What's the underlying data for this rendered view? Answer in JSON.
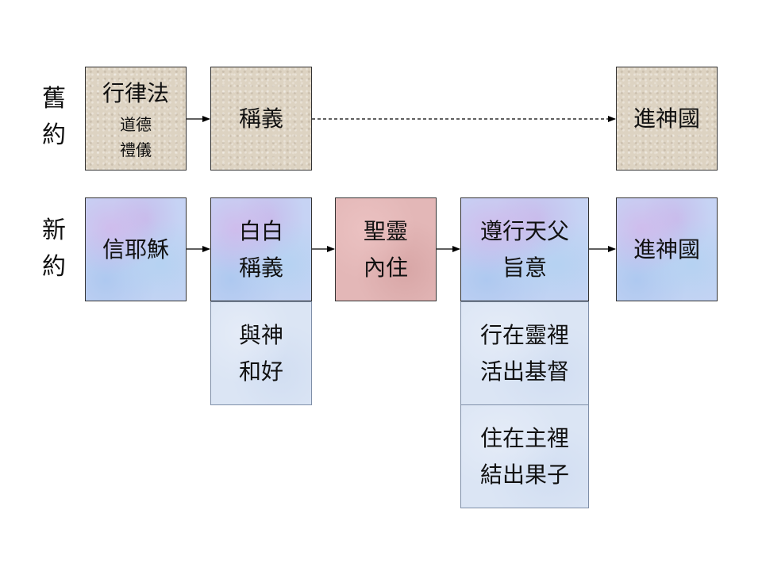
{
  "rows": {
    "old": {
      "label_1": "舊",
      "label_2": "約"
    },
    "new": {
      "label_1": "新",
      "label_2": "約"
    }
  },
  "old_covenant": {
    "law": {
      "title": "行律法",
      "sub_1": "道德",
      "sub_2": "禮儀"
    },
    "justified": {
      "text": "稱義"
    },
    "kingdom": {
      "text": "進神國"
    }
  },
  "new_covenant": {
    "believe": {
      "text": "信耶穌"
    },
    "justified": {
      "line_1": "白白",
      "line_2": "稱義"
    },
    "reconciled": {
      "line_1": "與神",
      "line_2": "和好"
    },
    "spirit": {
      "line_1": "聖靈",
      "line_2": "內住"
    },
    "obey": {
      "line_1": "遵行天父",
      "line_2": "旨意"
    },
    "walk": {
      "line_1": "行在靈裡",
      "line_2": "活出基督"
    },
    "abide": {
      "line_1": "住在主裡",
      "line_2": "結出果子"
    },
    "kingdom": {
      "text": "進神國"
    }
  },
  "colors": {
    "old_box": "#ddd3c2",
    "new_box": "#c6d3f4",
    "spirit_box": "#e3b7b7",
    "sub_box": "#dbe5f4"
  }
}
